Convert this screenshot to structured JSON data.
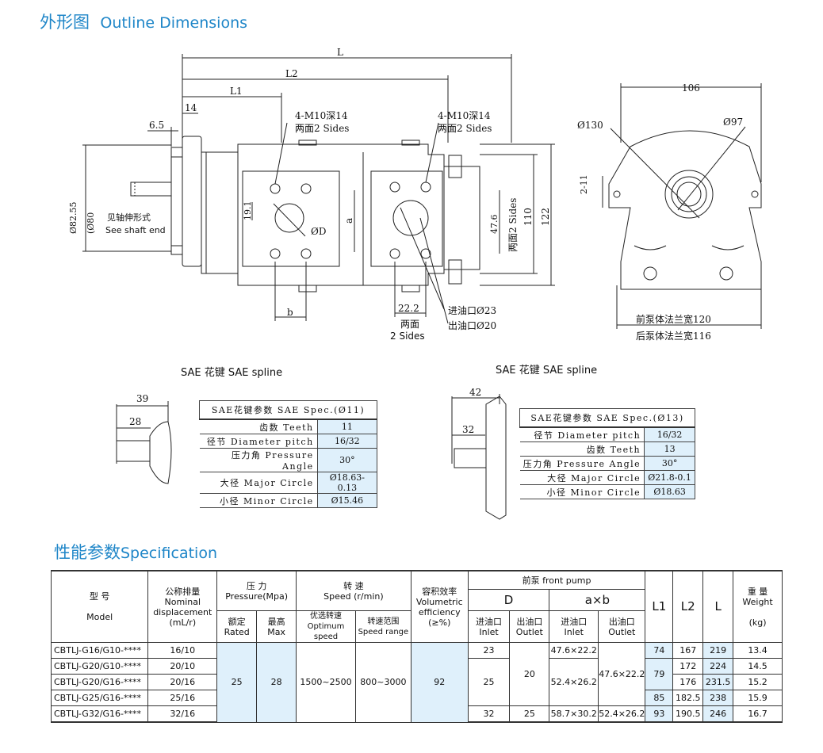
{
  "titles": {
    "outline_cn": "外形图",
    "outline_en": "Outline Dimensions",
    "spec_cn": "性能参数",
    "spec_en": "Specification"
  },
  "drawing": {
    "dim_L": "L",
    "dim_L2": "L2",
    "dim_L1": "L1",
    "dim_14": "14",
    "dim_6_5": "6.5",
    "bolt_left_1": "4-M10深14",
    "bolt_left_2": "两面2 Sides",
    "bolt_right_1": "4-M10深14",
    "bolt_right_2": "两面2 Sides",
    "shaft_dia_1": "Ø82.55",
    "shaft_dia_2": "(Ø80",
    "shaft_note_1": "见轴伸形式",
    "shaft_note_2": "See shaft end",
    "dim_19_1": "19.1",
    "dim_a": "a",
    "dim_D": "ØD",
    "dim_b": "b",
    "dim_22_2": "22.2",
    "two_sides_cn": "两面",
    "two_sides_en": "2 Sides",
    "dim_47_6": "47.6",
    "side_two": "两面2 Sides",
    "dim_110": "110",
    "dim_122": "122",
    "inlet_port": "进油口Ø23",
    "outlet_port": "出油口Ø20",
    "dim_106": "106",
    "dim_130": "Ø130",
    "dim_97": "Ø97",
    "dim_2_11": "2-11",
    "front_flange": "前泵体法兰宽120",
    "rear_flange": "后泵体法兰宽116"
  },
  "spline_left": {
    "caption": "SAE 花键  SAE spline",
    "dim_39": "39",
    "dim_28": "28",
    "header": "SAE花键参数 SAE Spec.(Ø11)",
    "rows": [
      {
        "k": "齿数 Teeth",
        "v": "11"
      },
      {
        "k": "径节 Diameter pitch",
        "v": "16/32"
      },
      {
        "k": "压力角 Pressure Angle",
        "v": "30°"
      },
      {
        "k": "大径 Major Circle",
        "v": "Ø18.63-0.13"
      },
      {
        "k": "小径 Minor Circle",
        "v": "Ø15.46"
      }
    ]
  },
  "spline_right": {
    "caption": "SAE 花键  SAE spline",
    "dim_42": "42",
    "dim_32": "32",
    "header": "SAE花键参数 SAE Spec.(Ø13)",
    "rows": [
      {
        "k": "径节 Diameter pitch",
        "v": "16/32"
      },
      {
        "k": "齿数 Teeth",
        "v": "13"
      },
      {
        "k": "压力角 Pressure Angle",
        "v": "30°"
      },
      {
        "k": "大径 Major Circle",
        "v": "Ø21.8-0.1"
      },
      {
        "k": "小径 Minor Circle",
        "v": "Ø18.63"
      }
    ]
  },
  "table": {
    "h_model_cn": "型   号",
    "h_model_en": "Model",
    "h_disp_cn": "公称排量",
    "h_disp_en1": "Nominal",
    "h_disp_en2": "displacement",
    "h_disp_unit": "(mL/r)",
    "h_press_cn": "压  力",
    "h_press_en": "Pressure(Mpa)",
    "h_rated_cn": "额定",
    "h_rated_en": "Rated",
    "h_max_cn": "最高",
    "h_max_en": "Max",
    "h_speed_cn": "转   速",
    "h_speed_en": "Speed (r/min)",
    "h_opt_cn": "优选转速",
    "h_opt_en": "Optimum speed",
    "h_range_cn": "转速范围",
    "h_range_en": "Speed range",
    "h_vol_cn": "容积效率",
    "h_vol_en1": "Volumetric",
    "h_vol_en2": "efficiency",
    "h_vol_unit": "(≥%)",
    "h_front": "前泵 front pump",
    "h_D": "D",
    "h_axb": "a×b",
    "h_inlet_cn": "进油口",
    "h_inlet_en": "Inlet",
    "h_outlet_cn": "出油口",
    "h_outlet_en": "Outlet",
    "h_L1": "L1",
    "h_L2": "L2",
    "h_L": "L",
    "h_weight_cn": "重 量",
    "h_weight_en": "Weight",
    "h_weight_unit": "(kg)",
    "rated": "25",
    "max": "28",
    "optimum": "1500~2500",
    "range": "800~3000",
    "efficiency": "92",
    "rows": [
      {
        "model": "CBTLJ-G16/G10-****",
        "disp": "16/10",
        "d_in": "23",
        "ab_in": "47.6×22.2",
        "L1": "74",
        "L2": "167",
        "L": "219",
        "w": "13.4"
      },
      {
        "model": "CBTLJ-G20/G10-****",
        "disp": "20/10",
        "L2": "172",
        "L": "224",
        "w": "14.5"
      },
      {
        "model": "CBTLJ-G20/G16-****",
        "disp": "20/16",
        "L2": "176",
        "L": "231.5",
        "w": "15.2"
      },
      {
        "model": "CBTLJ-G25/G16-****",
        "disp": "25/16",
        "L1": "85",
        "L2": "182.5",
        "L": "238",
        "w": "15.9"
      },
      {
        "model": "CBTLJ-G32/G16-****",
        "disp": "32/16",
        "d_in": "32",
        "d_out": "25",
        "ab_in": "58.7×30.2",
        "ab_out": "52.4×26.2",
        "L1": "93",
        "L2": "190.5",
        "L": "246",
        "w": "16.7"
      }
    ],
    "merged_d_in": "25",
    "merged_d_out": "20",
    "merged_ab_in": "52.4×26.2",
    "merged_ab_out": "47.6×22.2",
    "merged_L1": "79"
  }
}
